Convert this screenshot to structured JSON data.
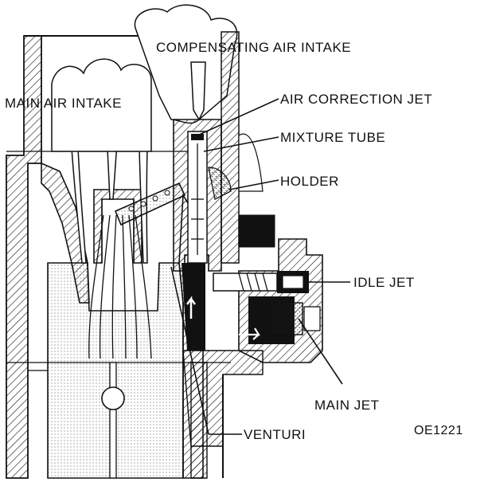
{
  "labels": {
    "compensating_air_intake": "COMPENSATING AIR INTAKE",
    "main_air_intake": "MAIN AIR INTAKE",
    "air_correction_jet": "AIR CORRECTION JET",
    "mixture_tube": "MIXTURE TUBE",
    "holder": "HOLDER",
    "idle_jet": "IDLE JET",
    "main_jet": "MAIN JET",
    "venturi": "VENTURI"
  },
  "figure_code": "OE1221"
}
